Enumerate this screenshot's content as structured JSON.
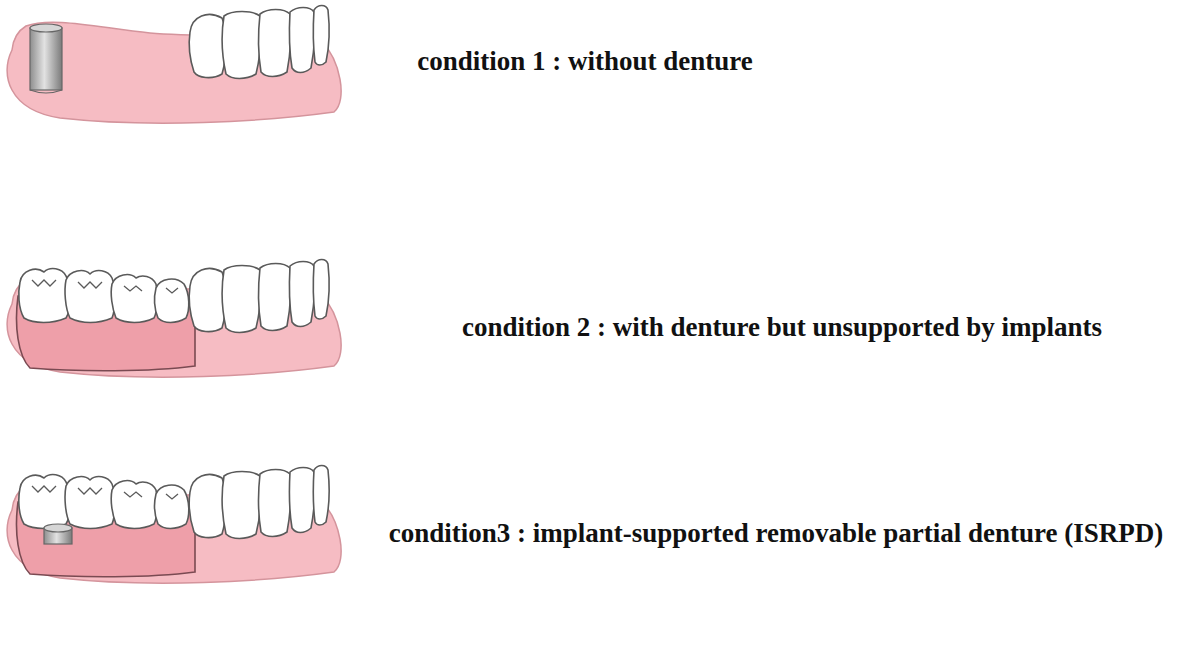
{
  "diagram": {
    "labels": [
      "condition 1 : without denture",
      "condition 2 : with denture but unsupported by implants",
      "condition3 : implant-supported removable partial denture (ISRPD)"
    ]
  }
}
